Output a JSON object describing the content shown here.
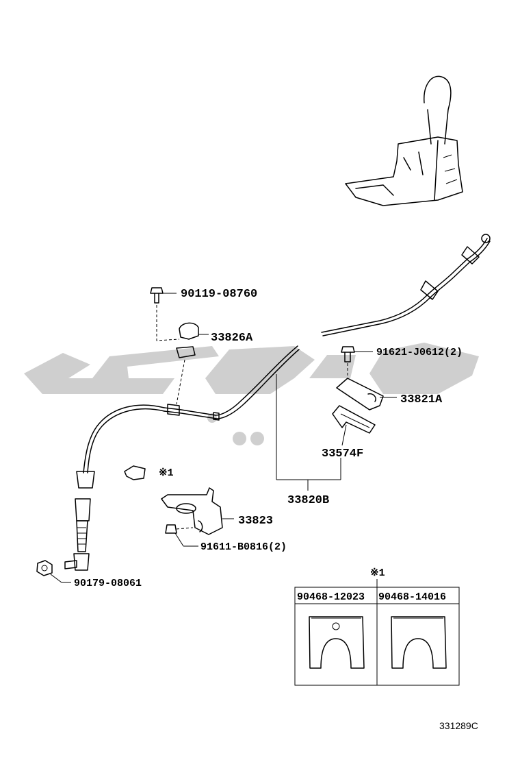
{
  "part_labels": {
    "bolt_top": "90119-08760",
    "clamp": "33826A",
    "bolt_right": "91621-J0612(2)",
    "retainer": "33821A",
    "clip": "33574F",
    "cable_assy": "33820B",
    "bracket": "33823",
    "bracket_bolt": "91611-B0816(2)",
    "end_nut": "90179-08061"
  },
  "note_marker": "※1",
  "inset": {
    "marker": "※1",
    "col1_header": "90468-12023",
    "col2_header": "90468-14016"
  },
  "diagram_code": "331289C"
}
